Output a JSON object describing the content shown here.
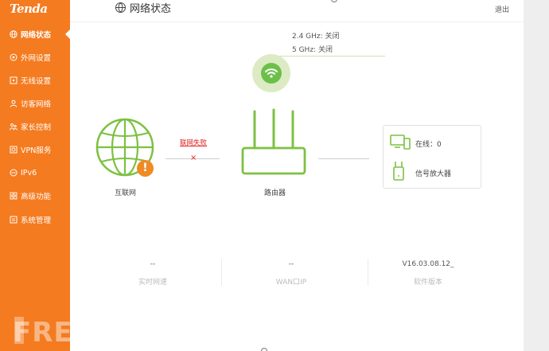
{
  "brand": {
    "logo_text": "Tenda"
  },
  "header": {
    "title": "网络状态",
    "logout_label": "退出"
  },
  "sidebar": {
    "items": [
      {
        "label": "网络状态",
        "icon": "globe-icon",
        "active": true
      },
      {
        "label": "外网设置",
        "icon": "settings-icon",
        "active": false
      },
      {
        "label": "无线设置",
        "icon": "wireless-icon",
        "active": false
      },
      {
        "label": "访客网络",
        "icon": "guest-icon",
        "active": false
      },
      {
        "label": "家长控制",
        "icon": "parental-icon",
        "active": false
      },
      {
        "label": "VPN服务",
        "icon": "vpn-icon",
        "active": false
      },
      {
        "label": "IPv6",
        "icon": "ipv6-icon",
        "active": false
      },
      {
        "label": "高级功能",
        "icon": "grid-icon",
        "active": false
      },
      {
        "label": "系统管理",
        "icon": "system-icon",
        "active": false
      }
    ]
  },
  "wifi": {
    "band_24": "2.4 GHz: 关闭",
    "band_5": "5 GHz: 关闭",
    "icon": "wifi-icon"
  },
  "topology": {
    "internet_label": "互联网",
    "connection_status": "联网失败",
    "router_label": "路由器",
    "online_label": "在线：0",
    "extender_label": "信号放大器"
  },
  "stats": [
    {
      "value": "--",
      "caption": "实时网速"
    },
    {
      "value": "--",
      "caption": "WAN口IP"
    },
    {
      "value": "V16.03.08.12_",
      "caption": "软件版本"
    }
  ],
  "watermark": "FREEBUF",
  "colors": {
    "sidebar_bg": "#f47b20",
    "accent_green": "#7cc142",
    "warning_orange": "#f08a24",
    "error_red": "#e02020"
  }
}
